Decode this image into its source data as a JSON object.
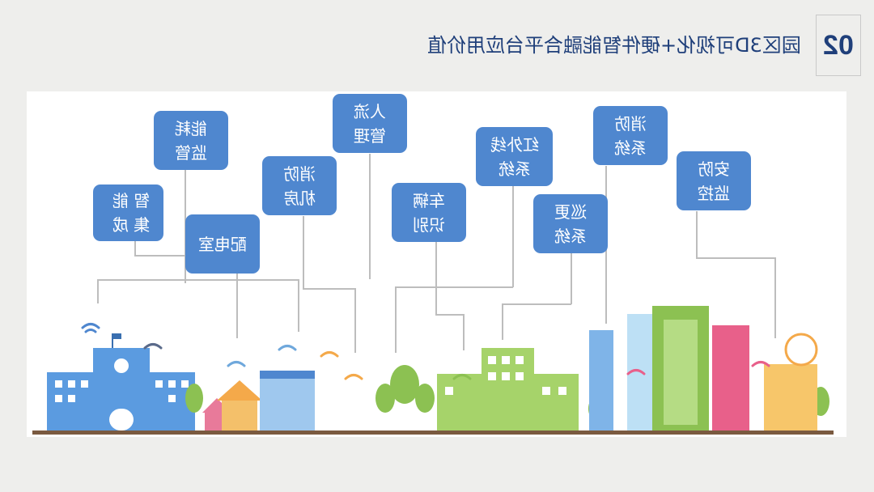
{
  "header": {
    "number": "02",
    "title": "园区3D可视化+硬件智能融合平台应用价值"
  },
  "boxes": [
    {
      "l1": "能耗",
      "l2": "监管"
    },
    {
      "l1": "人流",
      "l2": "管理"
    },
    {
      "l1": "智能",
      "l2": "集成"
    },
    {
      "l1": "消防",
      "l2": "机房"
    },
    {
      "l1": "配电室",
      "l2": ""
    },
    {
      "l1": "车辆",
      "l2": "识别"
    },
    {
      "l1": "红外线",
      "l2": "系统"
    },
    {
      "l1": "消防",
      "l2": "系统"
    },
    {
      "l1": "巡更",
      "l2": "系统"
    },
    {
      "l1": "安防",
      "l2": "监控"
    }
  ],
  "colors": {
    "box": "#4f87cf",
    "title": "#1f3f7a"
  }
}
